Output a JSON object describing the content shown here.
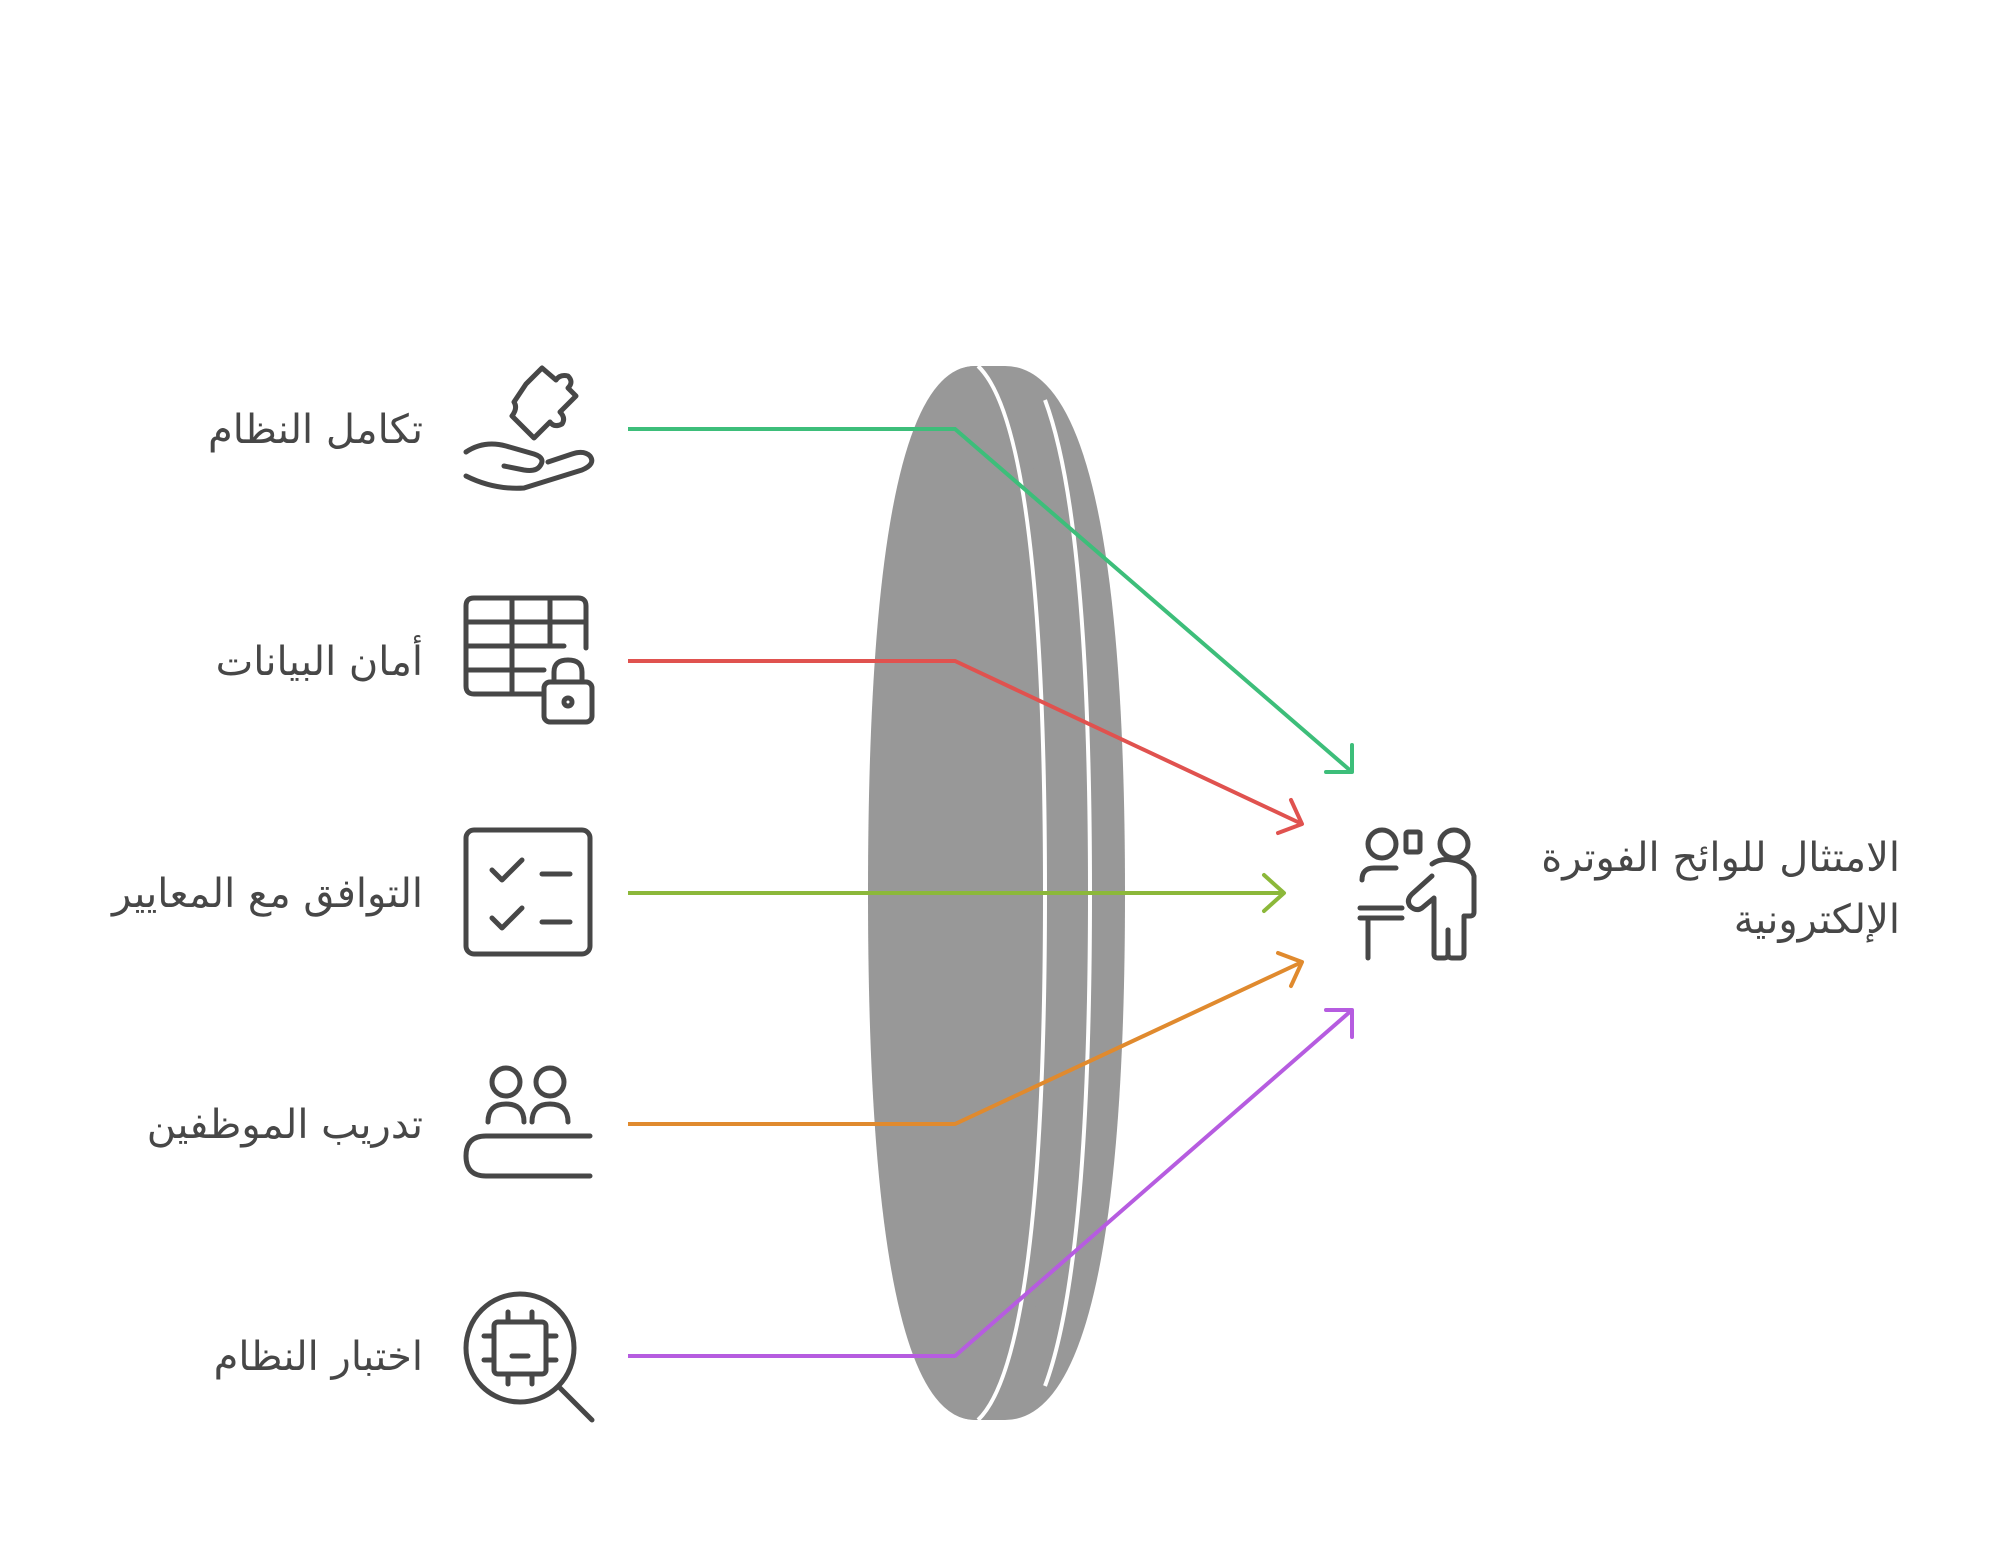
{
  "diagram": {
    "inputs": [
      {
        "label": "تكامل النظام",
        "icon": "hand-puzzle-icon",
        "color": "#3DBE7A"
      },
      {
        "label": "أمان البيانات",
        "icon": "table-lock-icon",
        "color": "#E0524F"
      },
      {
        "label": "التوافق مع المعايير",
        "icon": "checklist-icon",
        "color": "#8CB83A"
      },
      {
        "label": "تدريب الموظفين",
        "icon": "people-training-icon",
        "color": "#E08A2E"
      },
      {
        "label": "اختبار النظام",
        "icon": "chip-search-icon",
        "color": "#B65CE0"
      }
    ],
    "output": {
      "label_line1": "الامتثال للوائح الفوترة",
      "label_line2": "الإلكترونية",
      "icon": "presenter-icon"
    },
    "lens_color": "#989898"
  }
}
